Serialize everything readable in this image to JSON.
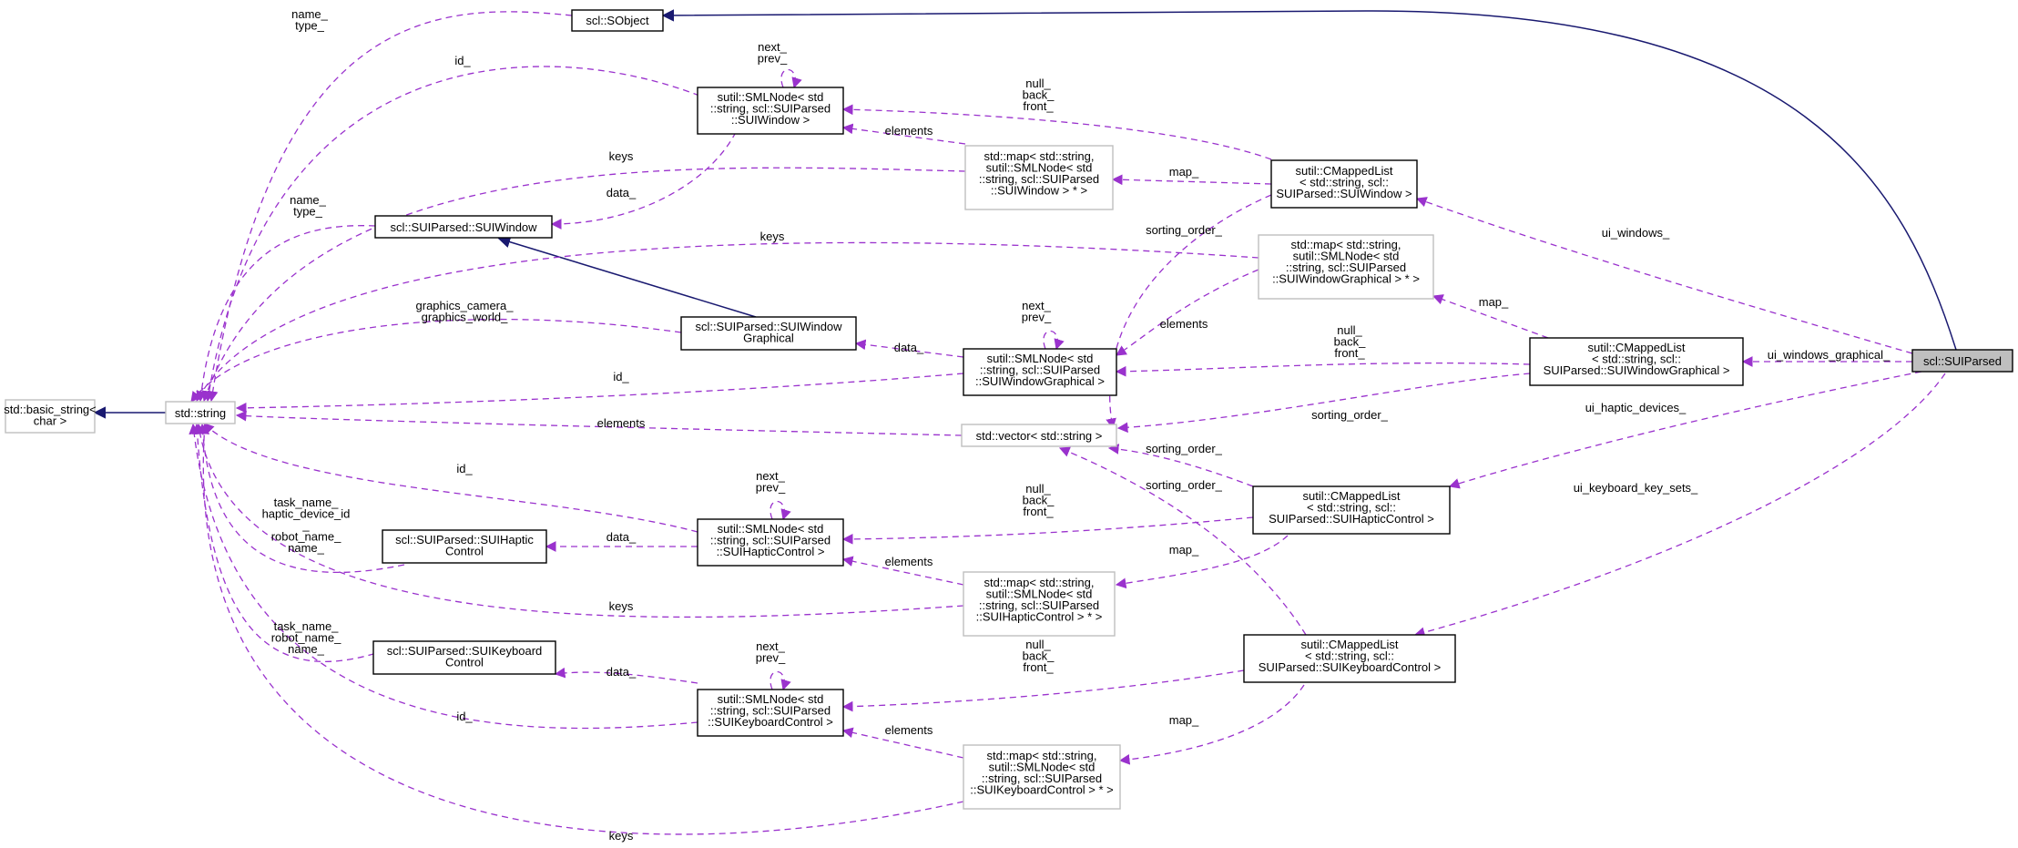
{
  "nodes": {
    "sobject": [
      "scl::SObject"
    ],
    "basic_string": [
      "std::basic_string<",
      "char >"
    ],
    "string": [
      "std::string"
    ],
    "smlnode_window": [
      "sutil::SMLNode< std",
      "::string, scl::SUIParsed",
      "::SUIWindow >"
    ],
    "map_window": [
      "std::map< std::string,",
      "sutil::SMLNode< std",
      "::string, scl::SUIParsed",
      "::SUIWindow > * >"
    ],
    "cmapped_window": [
      "sutil::CMappedList",
      "< std::string, scl::",
      "SUIParsed::SUIWindow >"
    ],
    "suiwindow": [
      "scl::SUIParsed::SUIWindow"
    ],
    "map_wingfx": [
      "std::map< std::string,",
      "sutil::SMLNode< std",
      "::string, scl::SUIParsed",
      "::SUIWindowGraphical > * >"
    ],
    "wingfx": [
      "scl::SUIParsed::SUIWindow",
      "Graphical"
    ],
    "smlnode_wingfx": [
      "sutil::SMLNode< std",
      "::string, scl::SUIParsed",
      "::SUIWindowGraphical >"
    ],
    "cmapped_wingfx": [
      "sutil::CMappedList",
      "< std::string, scl::",
      "SUIParsed::SUIWindowGraphical >"
    ],
    "suiparsed": [
      "scl::SUIParsed"
    ],
    "vector": [
      "std::vector< std::string >"
    ],
    "haptic": [
      "scl::SUIParsed::SUIHaptic",
      "Control"
    ],
    "smlnode_haptic": [
      "sutil::SMLNode< std",
      "::string, scl::SUIParsed",
      "::SUIHapticControl >"
    ],
    "cmapped_haptic": [
      "sutil::CMappedList",
      "< std::string, scl::",
      "SUIParsed::SUIHapticControl >"
    ],
    "map_haptic": [
      "std::map< std::string,",
      "sutil::SMLNode< std",
      "::string, scl::SUIParsed",
      "::SUIHapticControl > * >"
    ],
    "keyboard": [
      "scl::SUIParsed::SUIKeyboard",
      "Control"
    ],
    "smlnode_keyboard": [
      "sutil::SMLNode< std",
      "::string, scl::SUIParsed",
      "::SUIKeyboardControl >"
    ],
    "cmapped_keyboard": [
      "sutil::CMappedList",
      "< std::string, scl::",
      "SUIParsed::SUIKeyboardControl >"
    ],
    "map_keyboard": [
      "std::map< std::string,",
      "sutil::SMLNode< std",
      "::string, scl::SUIParsed",
      "::SUIKeyboardControl > * >"
    ]
  },
  "edge_labels": {
    "name_type_top": [
      "name_",
      "type_"
    ],
    "id_top": [
      "id_"
    ],
    "keys_window": [
      "keys"
    ],
    "name_type_mid": [
      "name_",
      "type_"
    ],
    "keys_wingfx": [
      "keys"
    ],
    "graphics": [
      "graphics_camera_",
      "graphics_world_"
    ],
    "id_wingfx": [
      "id_"
    ],
    "elements_vector": [
      "elements"
    ],
    "id_haptic": [
      "id_"
    ],
    "haptic_members": [
      "task_name_",
      "haptic_device_id",
      "_",
      "robot_name_",
      "name_"
    ],
    "keys_haptic": [
      "keys"
    ],
    "keyboard_members": [
      "task_name_",
      "robot_name_",
      "name_"
    ],
    "id_keyboard": [
      "id_"
    ],
    "keys_keyboard": [
      "keys"
    ],
    "next_prev_window": [
      "next_",
      "prev_"
    ],
    "next_prev_wingfx": [
      "next_",
      "prev_"
    ],
    "next_prev_haptic": [
      "next_",
      "prev_"
    ],
    "next_prev_keyboard": [
      "next_",
      "prev_"
    ],
    "elements_window": [
      "elements"
    ],
    "data_window": [
      "data_"
    ],
    "nbf_window": [
      "null_",
      "back_",
      "front_"
    ],
    "map_window": [
      "map_"
    ],
    "sorting_order_window": [
      "sorting_order_"
    ],
    "elements_wingfx": [
      "elements"
    ],
    "data_wingfx": [
      "data_"
    ],
    "map_wingfx": [
      "map_"
    ],
    "nbf_wingfx": [
      "null_",
      "back_",
      "front_"
    ],
    "sorting_order_wingfx": [
      "sorting_order_"
    ],
    "ui_windows": [
      "ui_windows_"
    ],
    "ui_windows_graphical": [
      "ui_windows_graphical_"
    ],
    "ui_haptic_devices": [
      "ui_haptic_devices_"
    ],
    "ui_keyboard_key_sets": [
      "ui_keyboard_key_sets_"
    ],
    "sorting_order_haptic": [
      "sorting_order_"
    ],
    "sorting_order_keyboard": [
      "sorting_order_"
    ],
    "nbf_haptic": [
      "null_",
      "back_",
      "front_"
    ],
    "data_haptic": [
      "data_"
    ],
    "elements_haptic": [
      "elements"
    ],
    "map_haptic": [
      "map_"
    ],
    "data_keyboard": [
      "data_"
    ],
    "nbf_keyboard": [
      "null_",
      "back_",
      "front_"
    ],
    "elements_keyboard": [
      "elements"
    ],
    "map_keyboard": [
      "map_"
    ]
  },
  "colors": {
    "member_edge": "#9a32cd",
    "inheritance_edge": "#191970",
    "focus_fill": "#bfbfbf",
    "undocumented_border": "#bfbfbf"
  }
}
